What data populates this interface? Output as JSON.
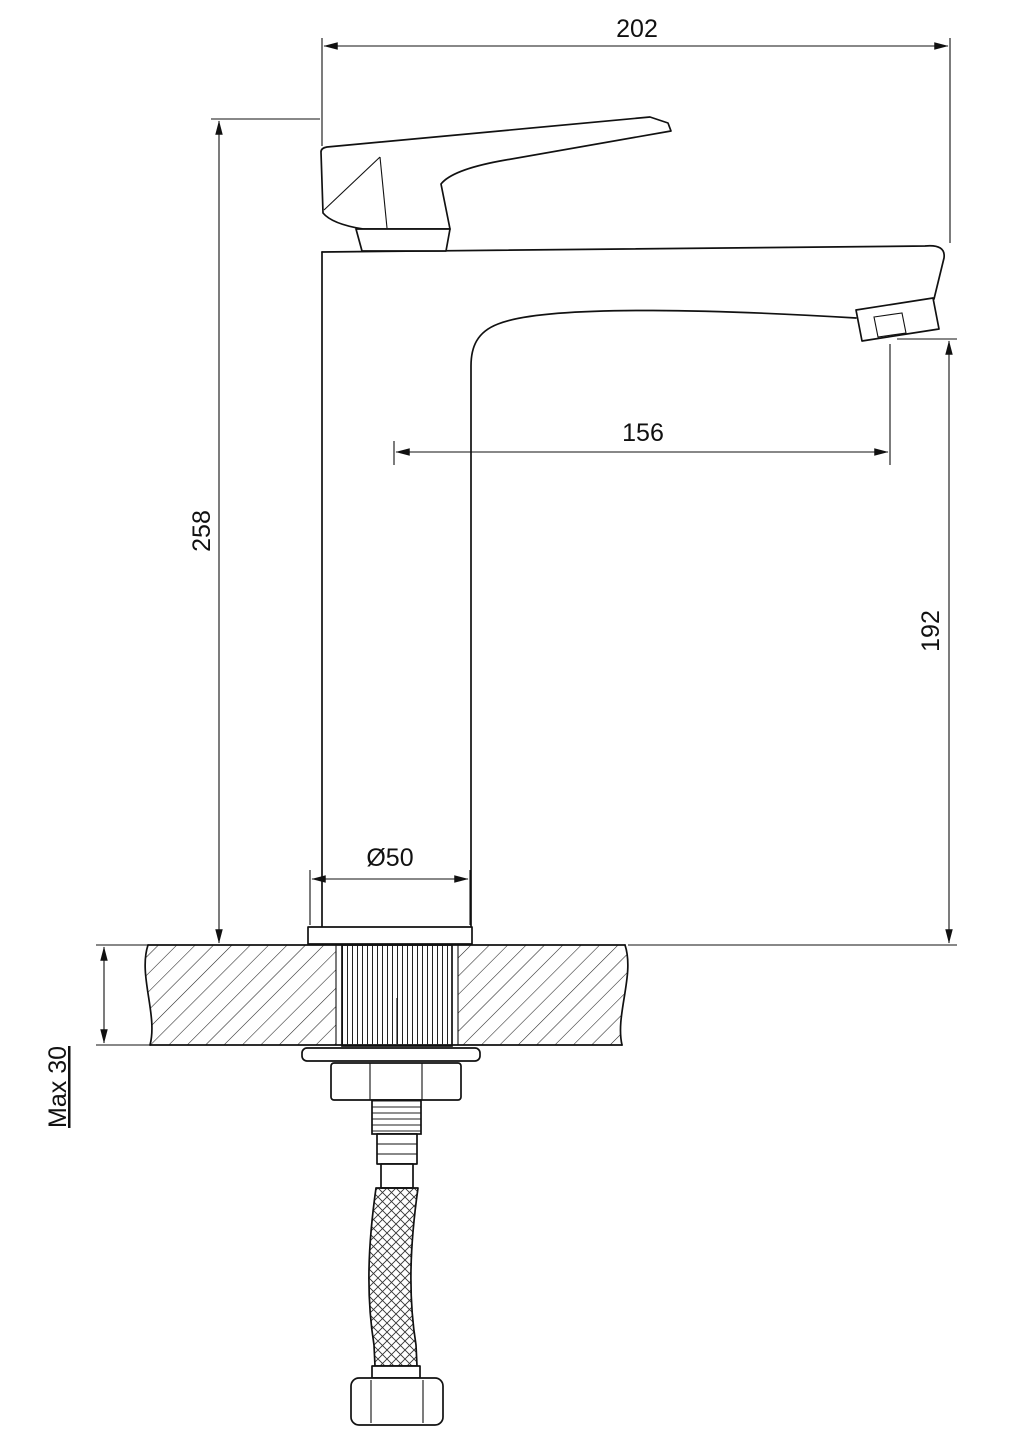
{
  "drawing": {
    "background_color": "#ffffff",
    "line_color": "#111111",
    "dimensions": {
      "overall_width": "202",
      "overall_height": "258",
      "spout_reach": "156",
      "spout_outlet_height": "192",
      "base_diameter": "Ø50",
      "max_counter_thickness": "Max 30"
    }
  }
}
